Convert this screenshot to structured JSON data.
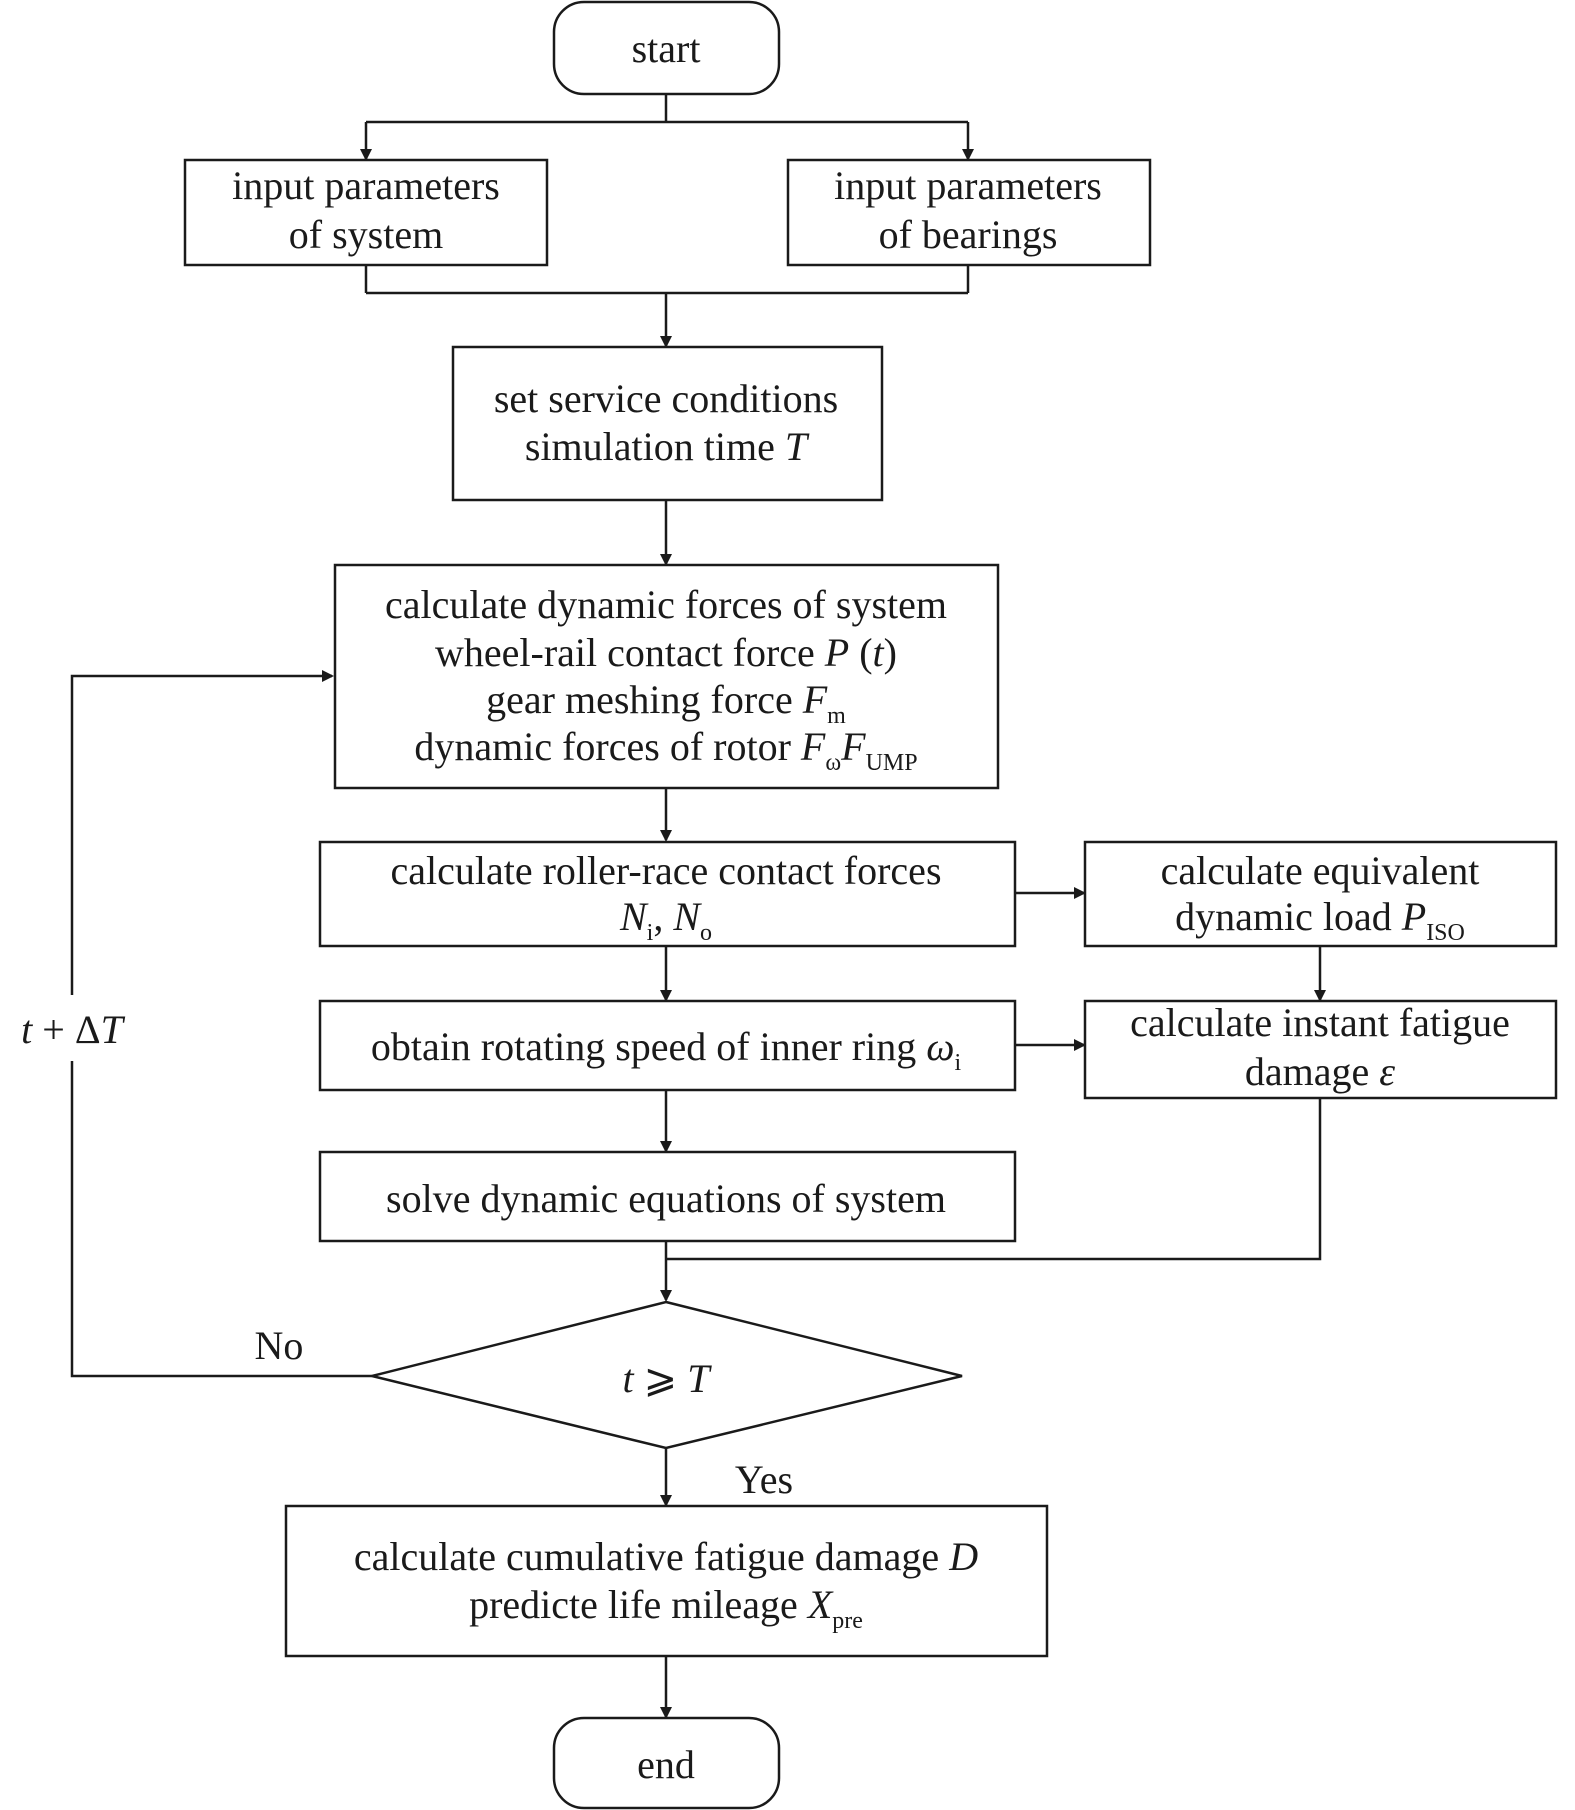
{
  "nodes": {
    "start": "start",
    "input_system": [
      "input parameters",
      "of system"
    ],
    "input_bearings": [
      "input parameters",
      "of bearings"
    ],
    "service": {
      "line1": "set service conditions",
      "line2_text": "simulation time ",
      "line2_var": "T"
    },
    "dynamic": {
      "line1": "calculate dynamic forces of system",
      "line2_text": "wheel-rail contact force ",
      "line2_var": "P",
      "line2_arg": "t",
      "line3_text": "gear meshing force ",
      "line3_var": "F",
      "line3_sub": "m",
      "line4_text": "dynamic forces of rotor ",
      "line4_var1": "F",
      "line4_sub1": "ω",
      "line4_var2": "F",
      "line4_sub2": "UMP"
    },
    "roller": {
      "line1": "calculate roller-race contact forces",
      "var1": "N",
      "sub1": "i",
      "sep": ", ",
      "var2": "N",
      "sub2": "o"
    },
    "equivalent": {
      "line1": "calculate equivalent",
      "line2_text": "dynamic load ",
      "line2_var": "P",
      "line2_sub": "ISO"
    },
    "speed": {
      "text": "obtain rotating speed of inner ring ",
      "var": "ω",
      "sub": "i"
    },
    "instant": {
      "line1": "calculate instant fatigue",
      "line2_text": "damage ",
      "line2_var": "ε"
    },
    "solve": "solve dynamic equations of system",
    "decision": {
      "var1": "t",
      "op": " ⩾ ",
      "var2": "T"
    },
    "cumulative": {
      "line1_text": "calculate cumulative fatigue damage ",
      "line1_var": "D",
      "line2_text": "predicte life mileage ",
      "line2_var": "X",
      "line2_sub": "pre"
    },
    "end": "end"
  },
  "labels": {
    "no": "No",
    "yes": "Yes",
    "loop_var": "t",
    "loop_op": " + Δ",
    "loop_var2": "T"
  }
}
